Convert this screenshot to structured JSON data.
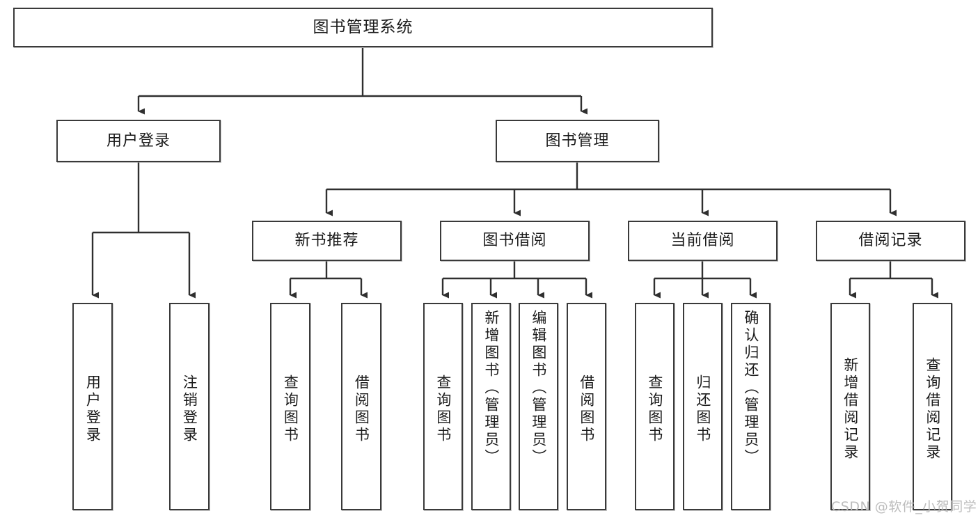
{
  "diagram": {
    "title": "图书管理系统",
    "type": "tree-hierarchy",
    "watermark": "CSDN @软件_小贺同学",
    "colors": {
      "box_border": "#3a3a3a",
      "box_fill": "#ffffff",
      "edge": "#2f2f2f",
      "text": "#1b1b1b",
      "watermark": "#bdbdbd"
    },
    "root": {
      "label": "图书管理系统"
    },
    "level2": [
      {
        "label": "用户登录"
      },
      {
        "label": "图书管理"
      }
    ],
    "level3": [
      {
        "label": "新书推荐"
      },
      {
        "label": "图书借阅"
      },
      {
        "label": "当前借阅"
      },
      {
        "label": "借阅记录"
      }
    ],
    "leaves": {
      "user_login": [
        {
          "label": "用户登录"
        },
        {
          "label": "注销登录"
        }
      ],
      "new_book_recommend": [
        {
          "label": "查询图书"
        },
        {
          "label": "借阅图书"
        }
      ],
      "book_borrow": [
        {
          "label": "查询图书"
        },
        {
          "label": "新增图书（管理员）"
        },
        {
          "label": "编辑图书（管理员）"
        },
        {
          "label": "借阅图书"
        }
      ],
      "current_borrow": [
        {
          "label": "查询图书"
        },
        {
          "label": "归还图书"
        },
        {
          "label": "确认归还（管理员）"
        }
      ],
      "borrow_record": [
        {
          "label": "新增借阅记录"
        },
        {
          "label": "查询借阅记录"
        }
      ]
    }
  }
}
